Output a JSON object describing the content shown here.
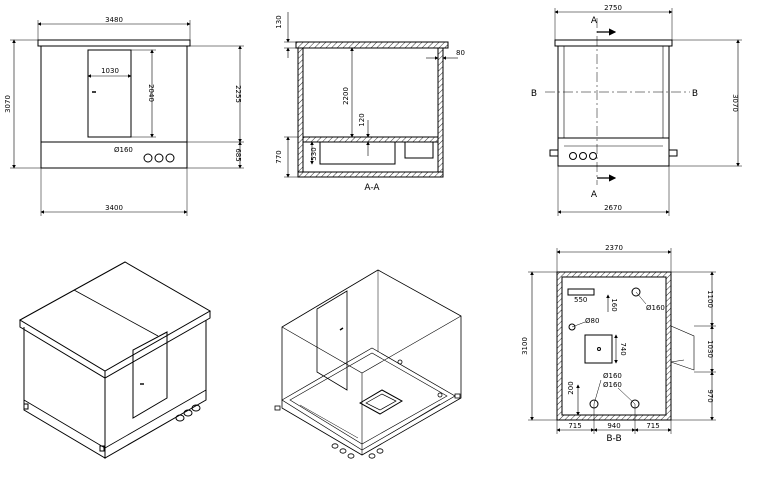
{
  "front": {
    "width_top": "3480",
    "width_bottom": "3400",
    "height_left": "3070",
    "height_upper": "2255",
    "height_base": "685",
    "door_width": "1030",
    "door_height": "2040",
    "hole": "Ø160"
  },
  "section_aa": {
    "roof": "130",
    "wall": "80",
    "height": "2200",
    "base_total": "770",
    "base_pit": "530",
    "floor": "120",
    "label": "A-A"
  },
  "side": {
    "width_top": "2750",
    "width_bottom": "2670",
    "height": "3070",
    "cut_a_top": "A",
    "cut_a_bottom": "A",
    "cut_b_left": "B",
    "cut_b_right": "B"
  },
  "section_bb": {
    "width": "2370",
    "depth": "3100",
    "vent": "550",
    "vent_offset": "160",
    "hole_top": "Ø160",
    "hole_small": "Ø80",
    "hatch": "740",
    "hole_bottom_1": "Ø160",
    "hole_bottom_2": "Ø160",
    "offset_200": "200",
    "right_1": "1100",
    "right_2": "1030",
    "right_3": "970",
    "bottom_1": "715",
    "bottom_2": "940",
    "bottom_3": "715",
    "label": "B-B"
  }
}
